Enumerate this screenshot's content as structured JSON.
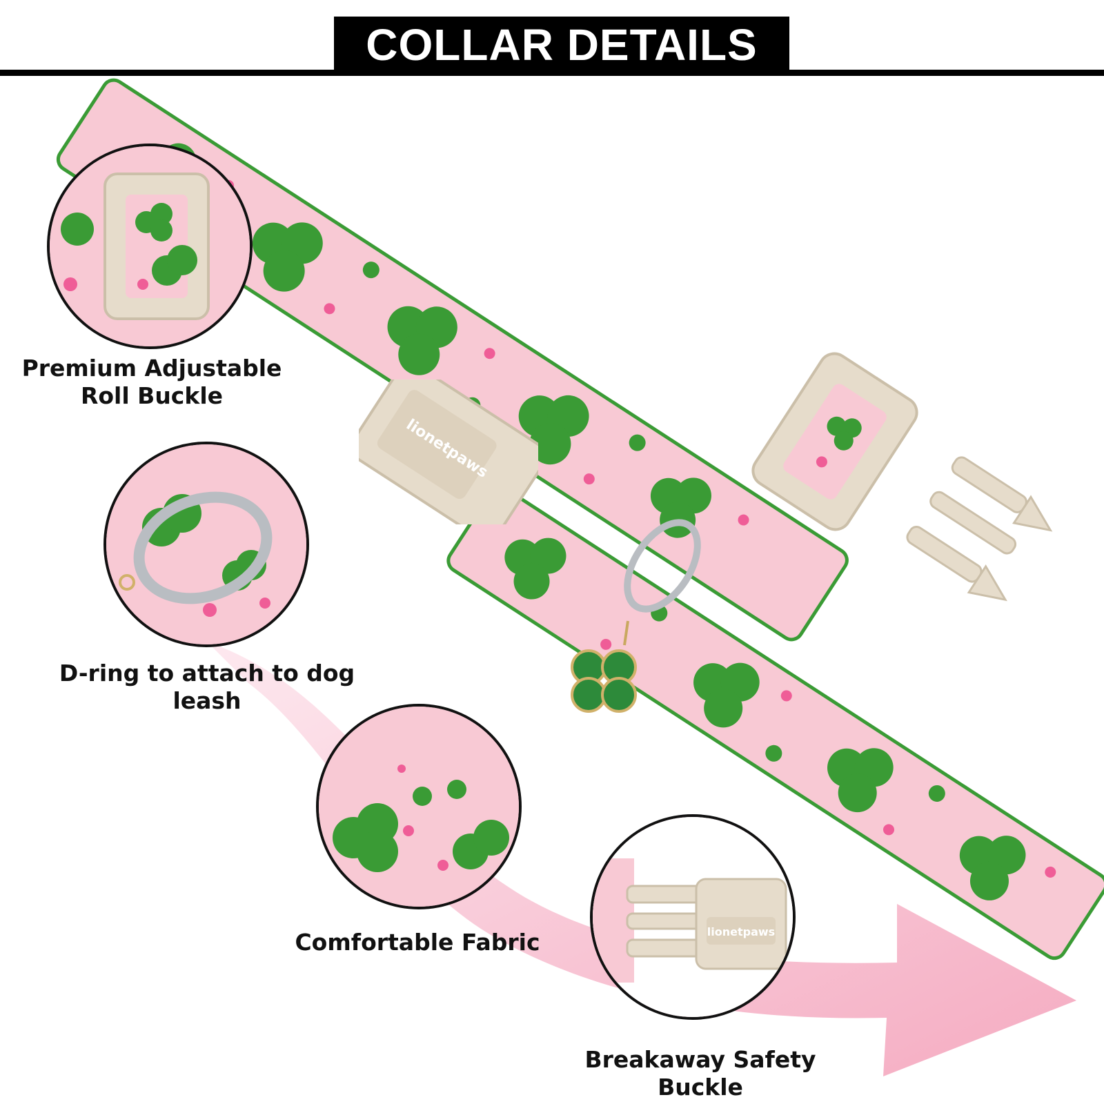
{
  "header": {
    "title": "COLLAR DETAILS"
  },
  "features": [
    {
      "line1": "Premium Adjustable",
      "line2": "Roll Buckle"
    },
    {
      "line1": "D-ring to attach to dog leash"
    },
    {
      "line1": "Comfortable Fabric"
    },
    {
      "line1": "Breakaway Safety Buckle"
    }
  ],
  "brand": {
    "logo_text": "lionetpaws"
  },
  "colors": {
    "fabric_pink": "#f8c9d4",
    "clover_green": "#3a9b35",
    "accent_pink": "#ef5d97",
    "buckle_beige": "#e6dccb",
    "arrow_pink": "#f4a7be",
    "header_black": "#000000"
  },
  "icons": [
    "clover-charm-icon",
    "d-ring-icon",
    "buckle-icon"
  ]
}
